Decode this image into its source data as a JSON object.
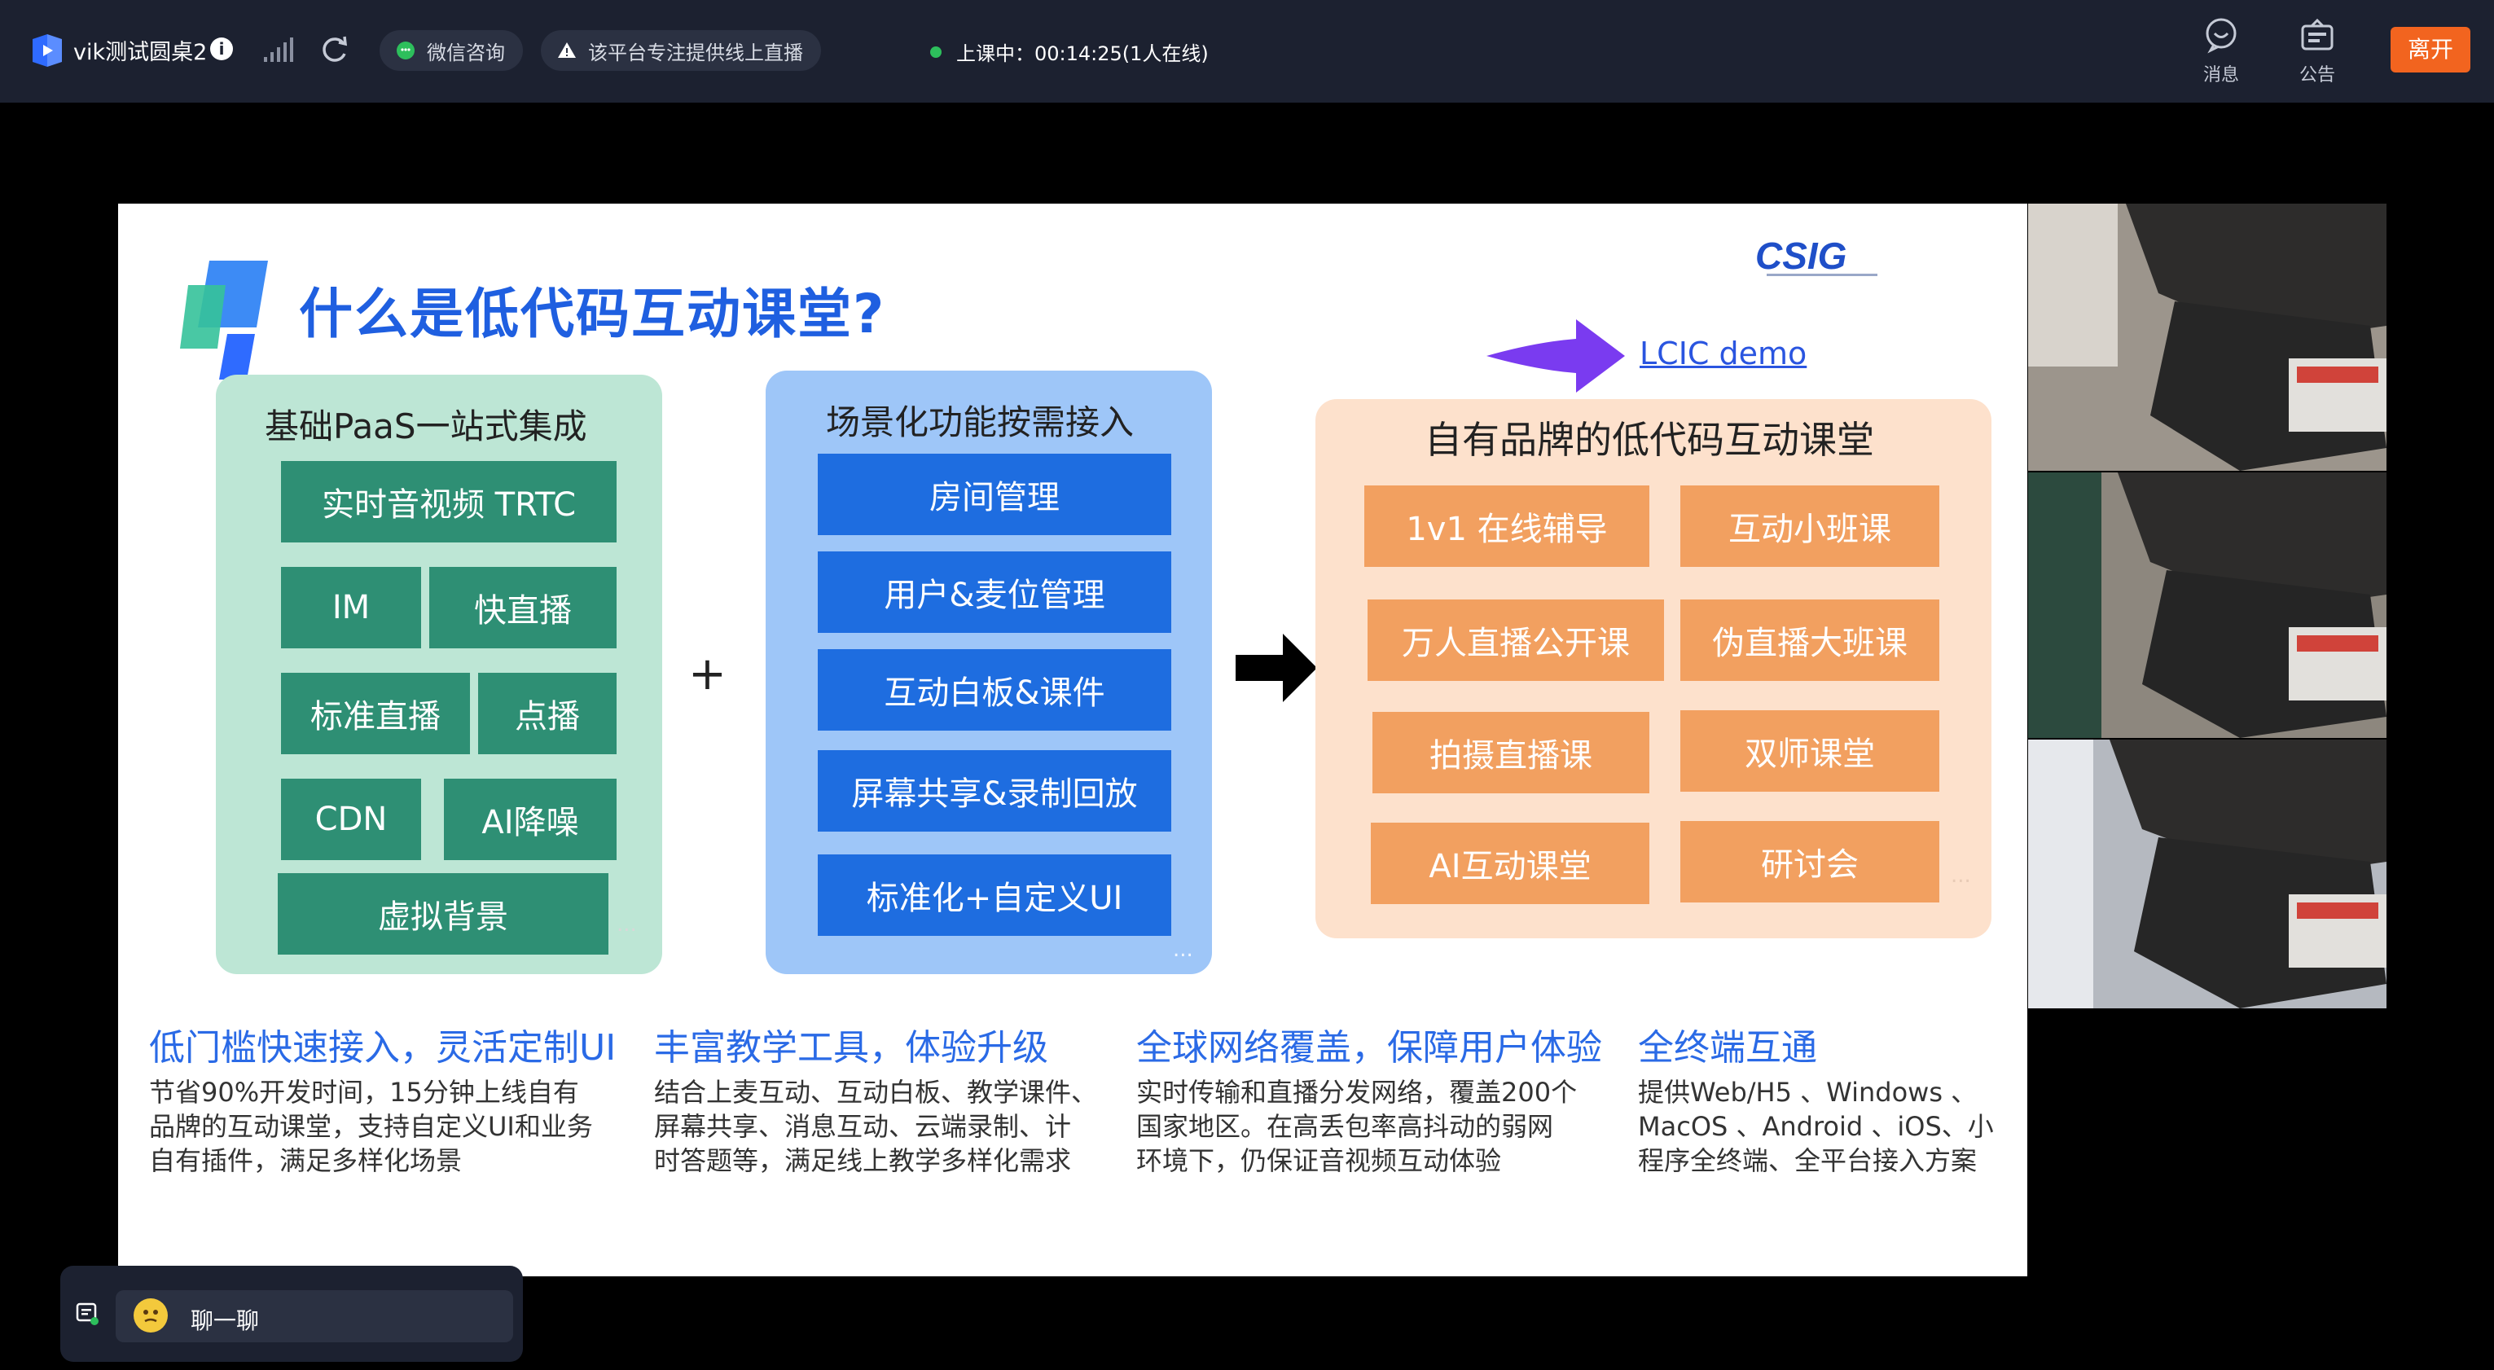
{
  "topbar": {
    "room_title": "vik测试圆桌2",
    "wechat_label": "微信咨询",
    "notice_text": "该平台专注提供线上直播",
    "status_text": "上课中：00:14:25(1人在线)",
    "message_label": "消息",
    "announcement_label": "公告",
    "leave_label": "离开"
  },
  "slide": {
    "title": "什么是低代码互动课堂?",
    "demo_link": "LCIC demo",
    "panel1": {
      "heading": "基础PaaS一站式集成",
      "items": [
        "实时音视频 TRTC",
        "IM",
        "快直播",
        "标准直播",
        "点播",
        "CDN",
        "AI降噪",
        "虚拟背景"
      ],
      "more": "..."
    },
    "plus": "+",
    "panel2": {
      "heading": "场景化功能按需接入",
      "items": [
        "房间管理",
        "用户&麦位管理",
        "互动白板&课件",
        "屏幕共享&录制回放",
        "标准化+自定义UI"
      ],
      "more": "..."
    },
    "panel3": {
      "heading": "自有品牌的低代码互动课堂",
      "items": [
        "1v1 在线辅导",
        "互动小班课",
        "万人直播公开课",
        "伪直播大班课",
        "拍摄直播课",
        "双师课堂",
        "AI互动课堂",
        "研讨会"
      ],
      "more": "..."
    },
    "features": [
      {
        "title": "低门槛快速接入，灵活定制UI",
        "lines": [
          "节省90%开发时间，15分钟上线自有",
          "品牌的互动课堂，支持自定义UI和业务",
          "自有插件，满足多样化场景"
        ]
      },
      {
        "title": "丰富教学工具，体验升级",
        "lines": [
          "结合上麦互动、互动白板、教学课件、",
          "屏幕共享、消息互动、云端录制、计",
          "时答题等，满足线上教学多样化需求"
        ]
      },
      {
        "title": "全球网络覆盖，保障用户体验",
        "lines": [
          "实时传输和直播分发网络，覆盖200个",
          "国家地区。在高丢包率高抖动的弱网",
          "环境下，仍保证音视频互动体验"
        ]
      },
      {
        "title": "全终端互通",
        "lines": [
          "提供Web/H5 、Windows 、",
          "MacOS 、Android 、iOS、小",
          "程序全终端、全平台接入方案"
        ]
      }
    ]
  },
  "chat": {
    "label": "聊一聊"
  },
  "colors": {
    "topbar_bg": "#1c2130",
    "leave_button": "#f2641f",
    "title_blue": "#1f5fe0",
    "green_box": "#2e8f74",
    "blue_box": "#1e6de0",
    "orange_box": "#f2a060"
  }
}
